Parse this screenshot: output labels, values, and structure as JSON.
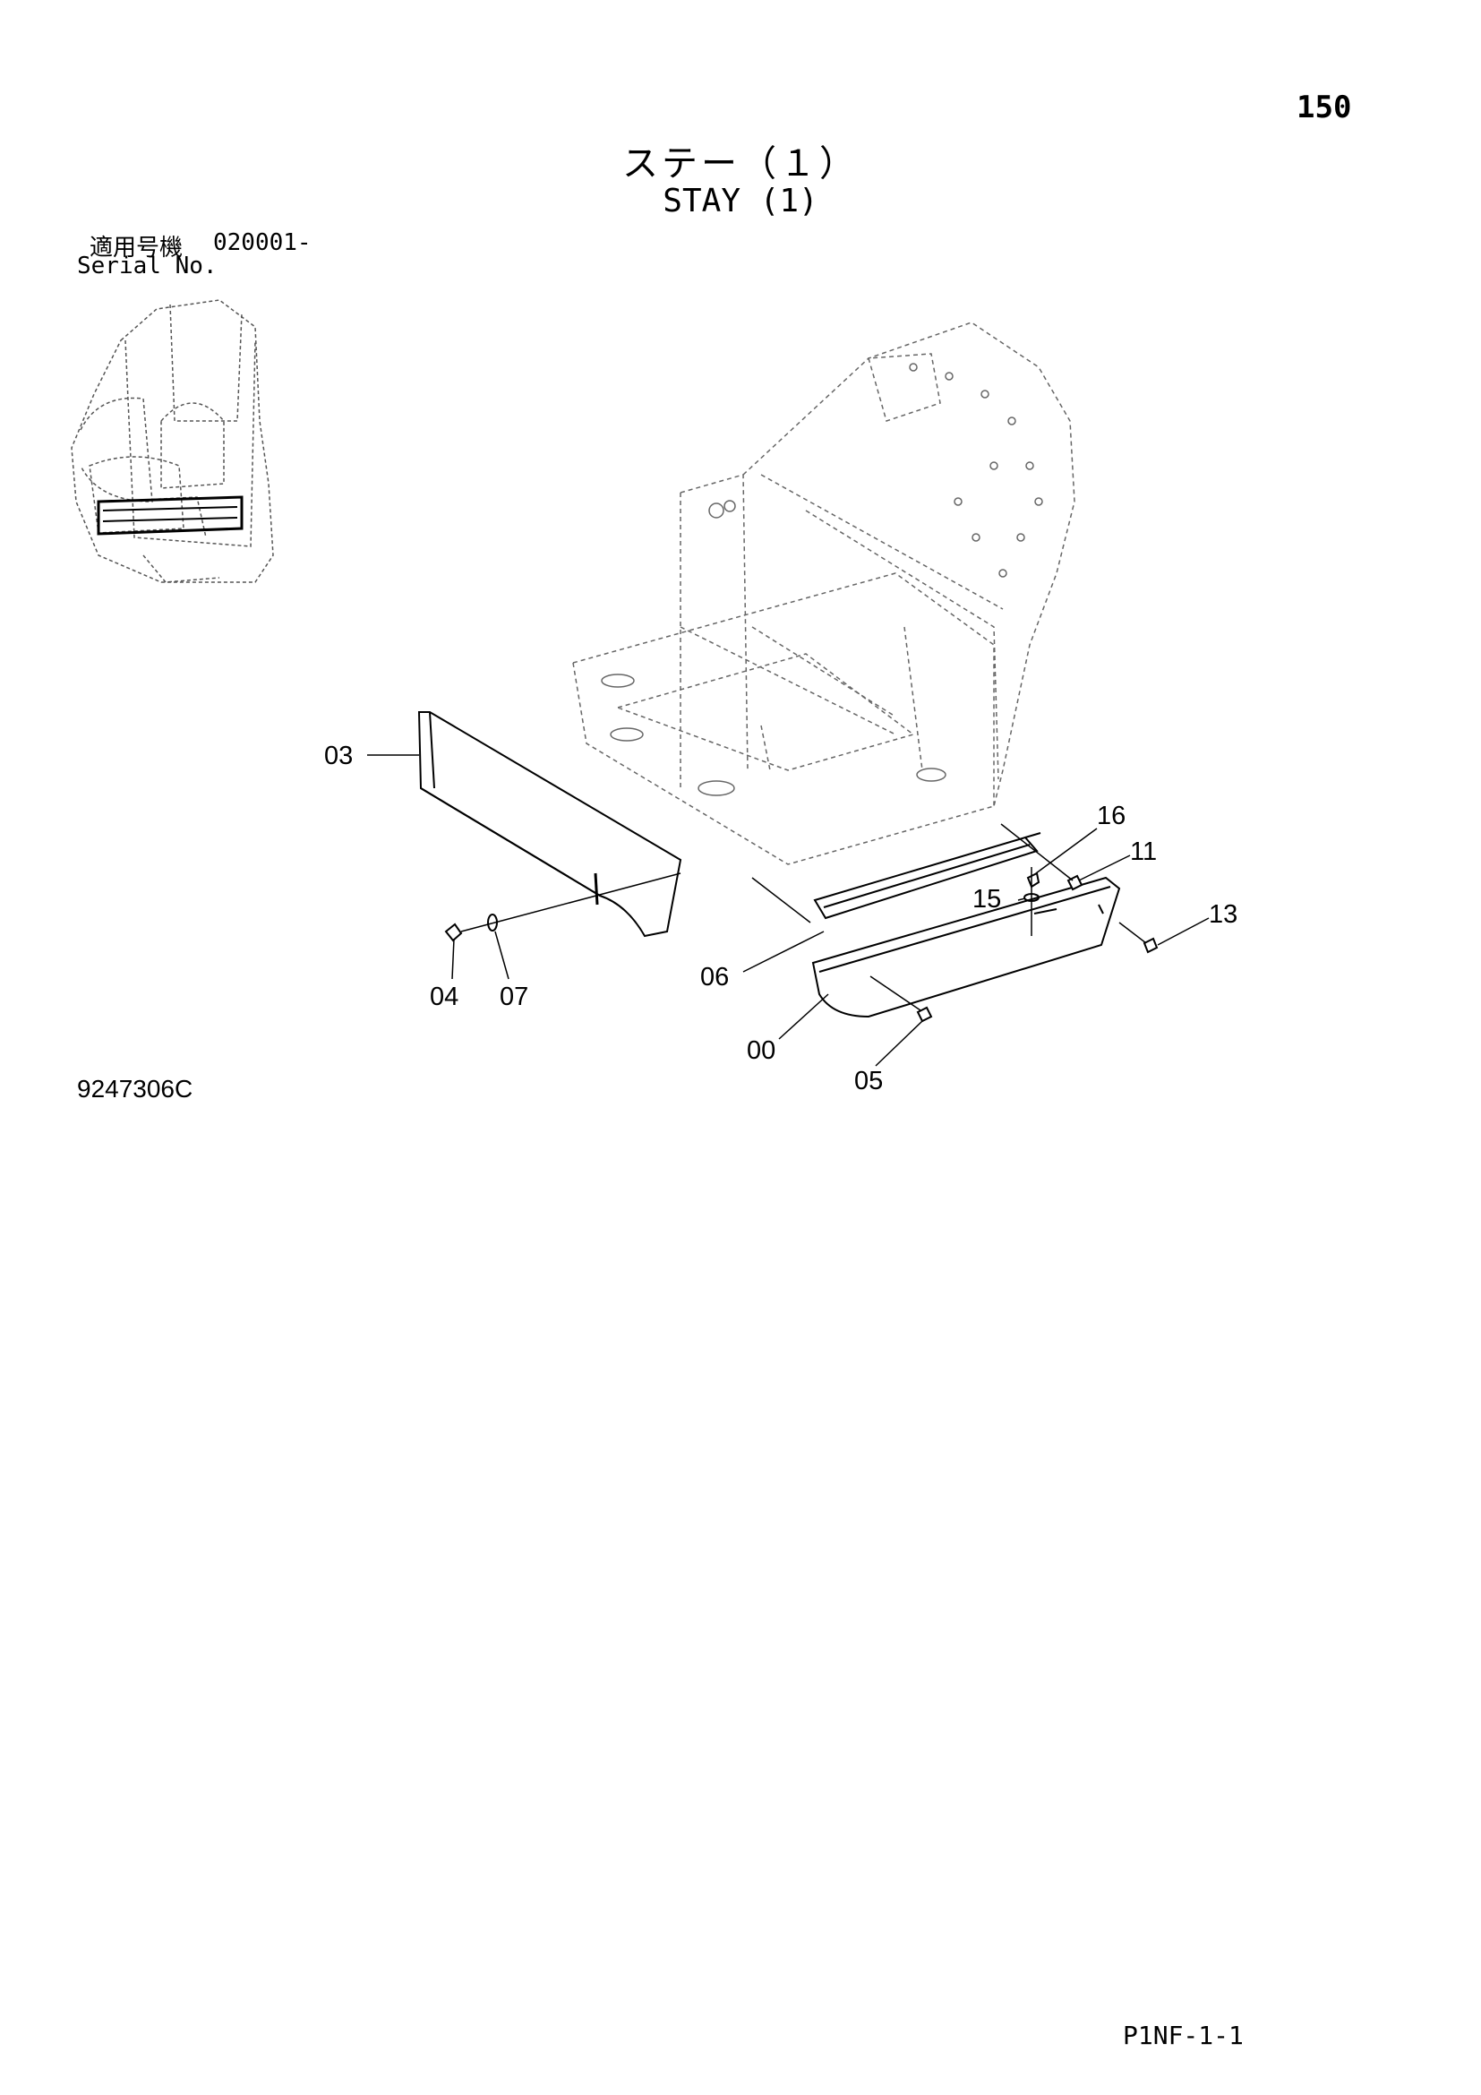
{
  "page": {
    "number": "150",
    "title_jp": "ステー（１）",
    "title_en": "STAY (1)",
    "serial_label_jp": "適用号機",
    "serial_value": "020001-",
    "serial_label_en": "Serial No.",
    "drawing_number": "9247306C",
    "page_code": "P1NF-1-1"
  },
  "callouts": [
    "03",
    "04",
    "07",
    "06",
    "00",
    "05",
    "16",
    "11",
    "15",
    "13"
  ],
  "colors": {
    "ink": "#000000",
    "paper": "#ffffff",
    "hidden_line": "#666666"
  }
}
